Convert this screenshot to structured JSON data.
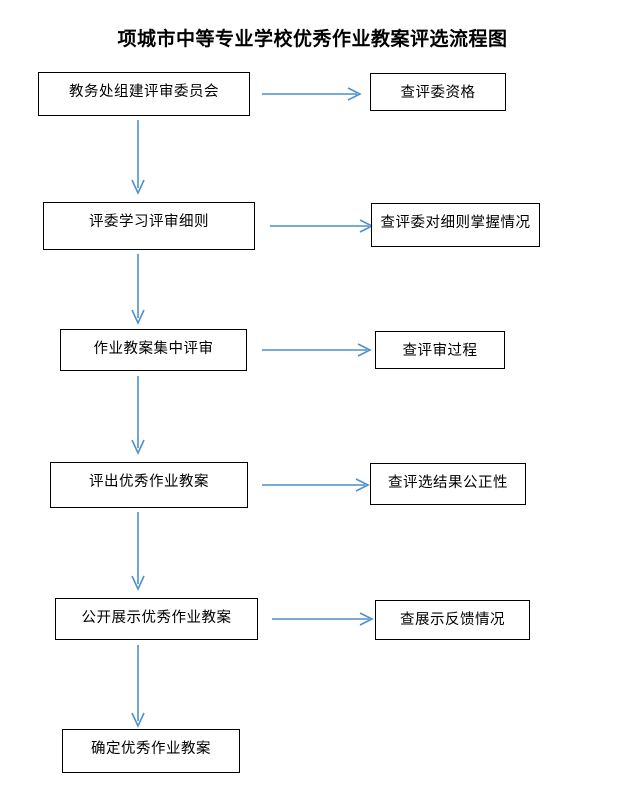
{
  "title": "项城市中等专业学校优秀作业教案评选流程图",
  "theme": {
    "arrow_color": "#4F8FCC",
    "box_border_color": "#000000",
    "text_color": "#000000",
    "background_color": "#FFFFFF"
  },
  "chart_data": {
    "type": "diagram",
    "title": "项城市中等专业学校优秀作业教案评选流程图",
    "orientation": "top-to-bottom",
    "main_flow": [
      "教务处组建评审委员会",
      "评委学习评审细则",
      "作业教案集中评审",
      "评出优秀作业教案",
      "公开展示优秀作业教案",
      "确定优秀作业教案"
    ],
    "side_checks": [
      "查评委资格",
      "查评委对细则掌握情况",
      "查评审过程",
      "查评选结果公正性",
      "查展示反馈情况"
    ]
  },
  "steps": [
    {
      "id": "step-1",
      "label": "教务处组建评审委员会",
      "check": "查评委资格"
    },
    {
      "id": "step-2",
      "label": "评委学习评审细则",
      "check": "查评委对细则掌握情况"
    },
    {
      "id": "step-3",
      "label": "作业教案集中评审",
      "check": "查评审过程"
    },
    {
      "id": "step-4",
      "label": "评出优秀作业教案",
      "check": "查评选结果公正性"
    },
    {
      "id": "step-5",
      "label": "公开展示优秀作业教案",
      "check": "查展示反馈情况"
    },
    {
      "id": "step-6",
      "label": "确定优秀作业教案",
      "check": null
    }
  ]
}
